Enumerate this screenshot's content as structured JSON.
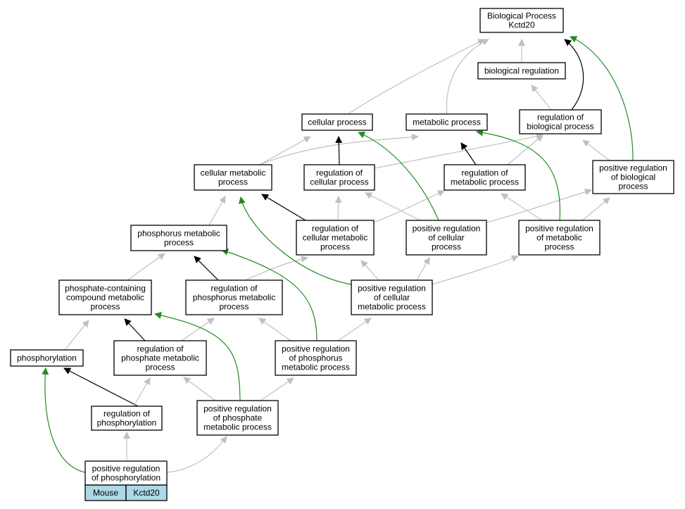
{
  "colors": {
    "is_a": "#c0c0c0",
    "regulates": "#000000",
    "positively_regulates": "#228b22",
    "label_fill": "#add8e6"
  },
  "nodes": {
    "bp": {
      "lines": [
        "Biological Process",
        "Kctd20"
      ]
    },
    "bioreg": {
      "lines": [
        "biological regulation"
      ]
    },
    "cellproc": {
      "lines": [
        "cellular process"
      ]
    },
    "metproc": {
      "lines": [
        "metabolic process"
      ]
    },
    "regbio": {
      "lines": [
        "regulation of",
        "biological process"
      ]
    },
    "cellmet": {
      "lines": [
        "cellular metabolic",
        "process"
      ]
    },
    "regcell": {
      "lines": [
        "regulation of",
        "cellular process"
      ]
    },
    "regmet": {
      "lines": [
        "regulation of",
        "metabolic process"
      ]
    },
    "posregbio": {
      "lines": [
        "positive regulation",
        "of biological",
        "process"
      ]
    },
    "phosmet": {
      "lines": [
        "phosphorus metabolic",
        "process"
      ]
    },
    "regcellmet": {
      "lines": [
        "regulation of",
        "cellular metabolic",
        "process"
      ]
    },
    "posregcell": {
      "lines": [
        "positive regulation",
        "of cellular",
        "process"
      ]
    },
    "posregmet": {
      "lines": [
        "positive regulation",
        "of metabolic",
        "process"
      ]
    },
    "phoscomp": {
      "lines": [
        "phosphate-containing",
        "compound metabolic",
        "process"
      ]
    },
    "regphosmet": {
      "lines": [
        "regulation of",
        "phosphorus metabolic",
        "process"
      ]
    },
    "posregcellmet": {
      "lines": [
        "positive regulation",
        "of cellular",
        "metabolic process"
      ]
    },
    "phosphorylation": {
      "lines": [
        "phosphorylation"
      ]
    },
    "regphatemet": {
      "lines": [
        "regulation of",
        "phosphate metabolic",
        "process"
      ]
    },
    "posregphosmet": {
      "lines": [
        "positive regulation",
        "of phosphorus",
        "metabolic process"
      ]
    },
    "regphos": {
      "lines": [
        "regulation of",
        "phosphorylation"
      ]
    },
    "posregphatemet": {
      "lines": [
        "positive regulation",
        "of phosphate",
        "metabolic process"
      ]
    },
    "posregphos": {
      "lines": [
        "positive regulation",
        "of phosphorylation"
      ],
      "labels": [
        "Mouse",
        "Kctd20"
      ]
    }
  },
  "edges": [
    {
      "from": "bioreg",
      "to": "bp",
      "type": "is_a"
    },
    {
      "from": "cellproc",
      "to": "bp",
      "type": "is_a"
    },
    {
      "from": "metproc",
      "to": "bp",
      "type": "is_a"
    },
    {
      "from": "regbio",
      "to": "bp",
      "type": "regulates"
    },
    {
      "from": "posregbio",
      "to": "bp",
      "type": "positively_regulates"
    },
    {
      "from": "regbio",
      "to": "bioreg",
      "type": "is_a"
    },
    {
      "from": "cellmet",
      "to": "cellproc",
      "type": "is_a"
    },
    {
      "from": "cellmet",
      "to": "metproc",
      "type": "is_a"
    },
    {
      "from": "regcell",
      "to": "cellproc",
      "type": "regulates"
    },
    {
      "from": "regcell",
      "to": "regbio",
      "type": "is_a"
    },
    {
      "from": "regmet",
      "to": "metproc",
      "type": "regulates"
    },
    {
      "from": "regmet",
      "to": "regbio",
      "type": "is_a"
    },
    {
      "from": "posregbio",
      "to": "regbio",
      "type": "is_a"
    },
    {
      "from": "phosmet",
      "to": "cellmet",
      "type": "is_a"
    },
    {
      "from": "regcellmet",
      "to": "cellmet",
      "type": "regulates"
    },
    {
      "from": "regcellmet",
      "to": "regcell",
      "type": "is_a"
    },
    {
      "from": "regcellmet",
      "to": "regmet",
      "type": "is_a"
    },
    {
      "from": "posregcell",
      "to": "cellproc",
      "type": "positively_regulates"
    },
    {
      "from": "posregcell",
      "to": "regcell",
      "type": "is_a"
    },
    {
      "from": "posregcell",
      "to": "posregbio",
      "type": "is_a"
    },
    {
      "from": "posregmet",
      "to": "metproc",
      "type": "positively_regulates"
    },
    {
      "from": "posregmet",
      "to": "regmet",
      "type": "is_a"
    },
    {
      "from": "posregmet",
      "to": "posregbio",
      "type": "is_a"
    },
    {
      "from": "phoscomp",
      "to": "phosmet",
      "type": "is_a"
    },
    {
      "from": "regphosmet",
      "to": "phosmet",
      "type": "regulates"
    },
    {
      "from": "regphosmet",
      "to": "regcellmet",
      "type": "is_a"
    },
    {
      "from": "posregcellmet",
      "to": "cellmet",
      "type": "positively_regulates"
    },
    {
      "from": "posregcellmet",
      "to": "regcellmet",
      "type": "is_a"
    },
    {
      "from": "posregcellmet",
      "to": "posregcell",
      "type": "is_a"
    },
    {
      "from": "posregcellmet",
      "to": "posregmet",
      "type": "is_a"
    },
    {
      "from": "phosphorylation",
      "to": "phoscomp",
      "type": "is_a"
    },
    {
      "from": "regphatemet",
      "to": "phoscomp",
      "type": "regulates"
    },
    {
      "from": "regphatemet",
      "to": "regphosmet",
      "type": "is_a"
    },
    {
      "from": "posregphosmet",
      "to": "phosmet",
      "type": "positively_regulates"
    },
    {
      "from": "posregphosmet",
      "to": "regphosmet",
      "type": "is_a"
    },
    {
      "from": "posregphosmet",
      "to": "posregcellmet",
      "type": "is_a"
    },
    {
      "from": "regphos",
      "to": "phosphorylation",
      "type": "regulates"
    },
    {
      "from": "regphos",
      "to": "regphatemet",
      "type": "is_a"
    },
    {
      "from": "posregphatemet",
      "to": "phoscomp",
      "type": "positively_regulates"
    },
    {
      "from": "posregphatemet",
      "to": "regphatemet",
      "type": "is_a"
    },
    {
      "from": "posregphatemet",
      "to": "posregphosmet",
      "type": "is_a"
    },
    {
      "from": "posregphos",
      "to": "phosphorylation",
      "type": "positively_regulates"
    },
    {
      "from": "posregphos",
      "to": "regphos",
      "type": "is_a"
    },
    {
      "from": "posregphos",
      "to": "posregphatemet",
      "type": "is_a"
    }
  ]
}
